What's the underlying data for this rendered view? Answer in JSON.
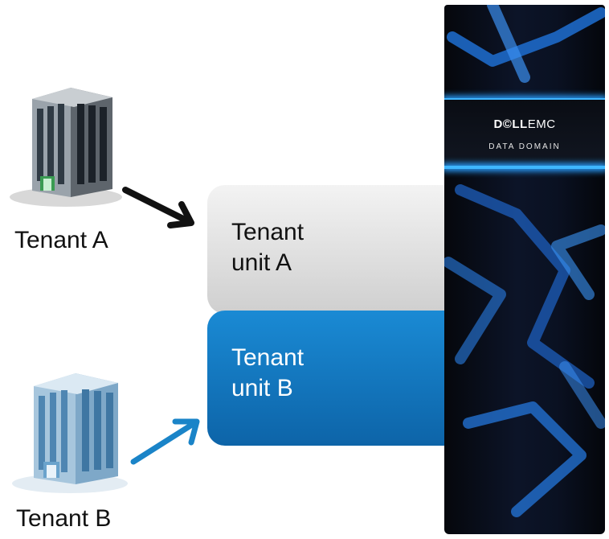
{
  "tenants": {
    "a": {
      "label": "Tenant A"
    },
    "b": {
      "label": "Tenant B"
    }
  },
  "units": {
    "a": {
      "line1": "Tenant",
      "line2": "unit A"
    },
    "b": {
      "line1": "Tenant",
      "line2": "unit B"
    }
  },
  "appliance": {
    "brand_dell": "D©LL",
    "brand_emc": "EMC",
    "product": "DATA DOMAIN"
  },
  "colors": {
    "unit_a": "#dcdcdc",
    "unit_b": "#1177c2",
    "arrow_a": "#111111",
    "arrow_b": "#1a84c8",
    "appliance_accent": "#2a9fff"
  },
  "icons": {
    "building_a": "office-building-icon",
    "building_b": "office-building-icon"
  }
}
